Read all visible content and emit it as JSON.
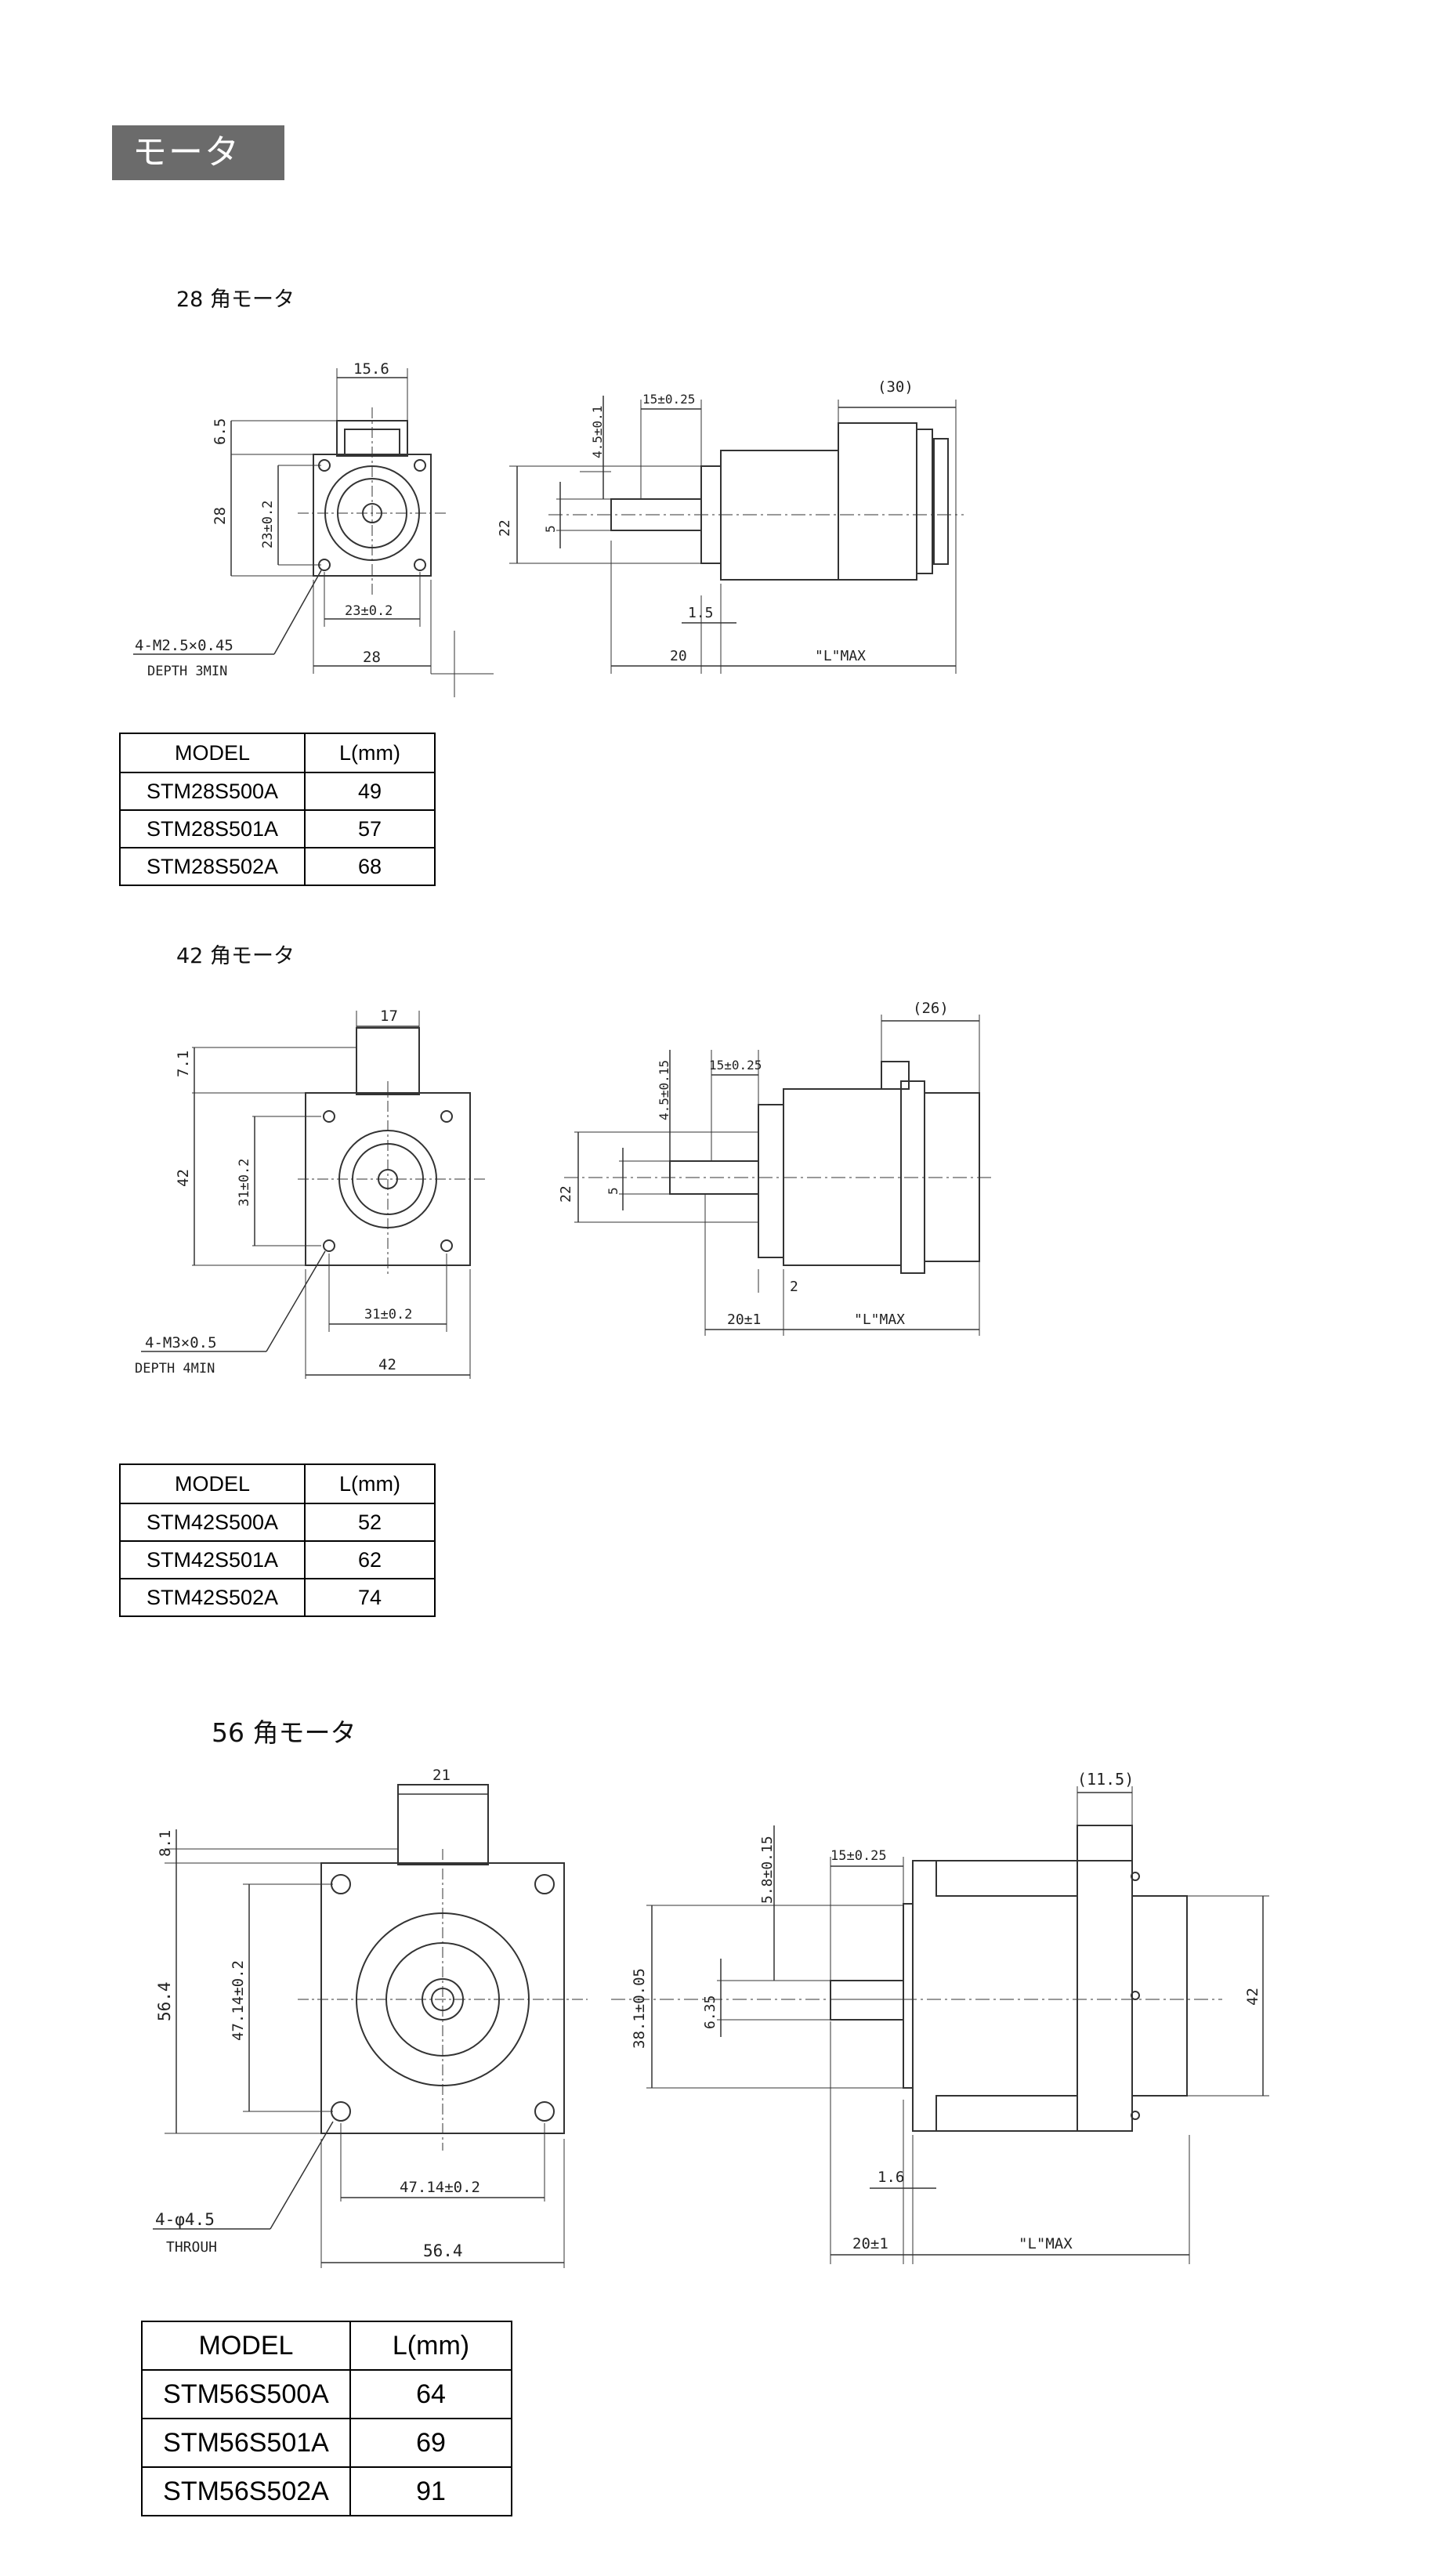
{
  "page": {
    "heading": "モータ"
  },
  "sections": [
    {
      "title": "28 角モータ",
      "front": {
        "width_dim": "15.6",
        "left_dim": "6.5",
        "height_dim": "28",
        "hole_v_dim": "23±0.2",
        "hole_h_dim": "23±0.2",
        "bottom_dim": "28",
        "note_line1": "4-M2.5×0.45",
        "note_line2": "DEPTH 3MIN"
      },
      "side": {
        "top_right_dim": "(30)",
        "shaft_len_dim": "15±0.25",
        "flat_dim": "4.5±0.1",
        "pilot_dim": "22",
        "shaft_dia_dim": "5",
        "step_dim": "1.5",
        "shaft_total_dim": "20",
        "l_max": "\"L\"MAX"
      },
      "table": {
        "headers": [
          "MODEL",
          "L(mm)"
        ],
        "rows": [
          [
            "STM28S500A",
            "49"
          ],
          [
            "STM28S501A",
            "57"
          ],
          [
            "STM28S502A",
            "68"
          ]
        ]
      }
    },
    {
      "title": "42 角モータ",
      "front": {
        "width_dim": "17",
        "left_dim": "7.1",
        "height_dim": "42",
        "hole_v_dim": "31±0.2",
        "hole_h_dim": "31±0.2",
        "bottom_dim": "42",
        "note_line1": "4-M3×0.5",
        "note_line2": "DEPTH 4MIN"
      },
      "side": {
        "top_right_dim": "(26)",
        "shaft_len_dim": "15±0.25",
        "flat_dim": "4.5±0.15",
        "pilot_dim": "22",
        "shaft_dia_dim": "5",
        "step_dim": "2",
        "shaft_total_dim": "20±1",
        "l_max": "\"L\"MAX"
      },
      "table": {
        "headers": [
          "MODEL",
          "L(mm)"
        ],
        "rows": [
          [
            "STM42S500A",
            "52"
          ],
          [
            "STM42S501A",
            "62"
          ],
          [
            "STM42S502A",
            "74"
          ]
        ]
      }
    },
    {
      "title": "56 角モータ",
      "front": {
        "width_dim": "21",
        "left_dim": "8.1",
        "height_dim": "56.4",
        "hole_v_dim": "47.14±0.2",
        "hole_h_dim": "47.14±0.2",
        "bottom_dim": "56.4",
        "note_line1": "4-φ4.5",
        "note_line2": "THROUH"
      },
      "side": {
        "top_right_dim": "(11.5)",
        "shaft_len_dim": "15±0.25",
        "flat_dim": "5.8±0.15",
        "pilot_dim": "38.1±0.05",
        "shaft_dia_dim": "6.35",
        "step_dim": "1.6",
        "shaft_total_dim": "20±1",
        "l_max": "\"L\"MAX",
        "right_dim": "42"
      },
      "table": {
        "headers": [
          "MODEL",
          "L(mm)"
        ],
        "rows": [
          [
            "STM56S500A",
            "64"
          ],
          [
            "STM56S501A",
            "69"
          ],
          [
            "STM56S502A",
            "91"
          ]
        ]
      }
    }
  ]
}
